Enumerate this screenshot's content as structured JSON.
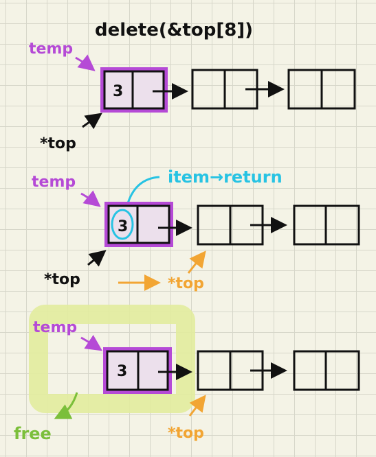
{
  "title": "delete(&top[8])",
  "colors": {
    "paper": "#f4f3e6",
    "grid": "#d6d6c9",
    "ink": "#111111",
    "temp": "#b54ad6",
    "top_new": "#f2a533",
    "item_return": "#27c3e3",
    "free": "#7bbf3a",
    "free_box": "#e2ec9d",
    "node_fill": "#ece0ec"
  },
  "panels": [
    {
      "temp_label": "temp",
      "node_value": "3",
      "top_label": "*top"
    },
    {
      "temp_label": "temp",
      "node_value": "3",
      "item_label": "item→return",
      "top_label": "*top",
      "new_top_label": "*top"
    },
    {
      "temp_label": "temp",
      "node_value": "3",
      "free_label": "free",
      "new_top_label": "*top"
    }
  ]
}
